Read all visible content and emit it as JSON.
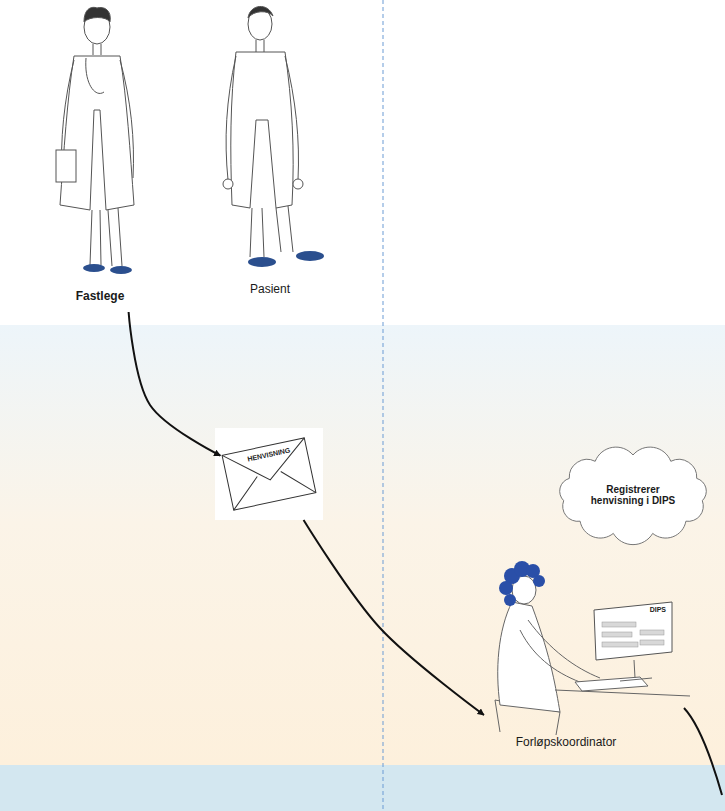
{
  "diagram": {
    "nodes": [
      {
        "text": [
          "Fastlege"
        ]
      },
      {
        "text": [
          "Pasient"
        ]
      },
      {
        "text": [
          "HENVISNING"
        ]
      },
      {
        "text": [
          "Registrerer henvisning i DIPS"
        ]
      },
      {
        "text": [
          "Forløpskoordinator"
        ]
      },
      {
        "text": [
          "DIPS"
        ],
        "in": 4
      }
    ],
    "edges": [
      {
        "from": 0,
        "to": 2,
        "arrow": "to"
      },
      {
        "from": 2,
        "to": 4,
        "arrow": "to"
      }
    ]
  }
}
